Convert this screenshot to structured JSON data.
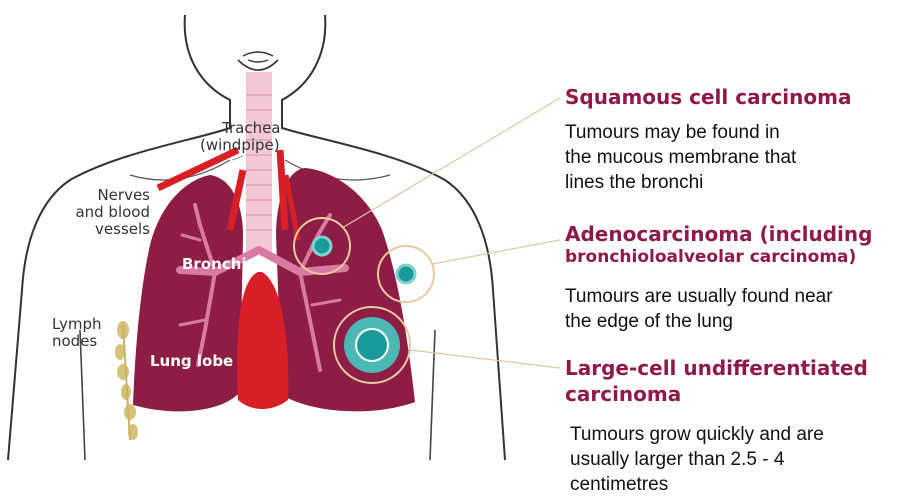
{
  "labels": {
    "trachea": "Trachea",
    "trachea_sub": "(windpipe)",
    "nerves": [
      "Nerves",
      "and blood",
      "vessels"
    ],
    "bronchi": "Bronchi",
    "lymph": [
      "Lymph",
      "nodes"
    ],
    "lung_lobe": "Lung lobe"
  },
  "types": [
    {
      "title": "Squamous cell carcinoma",
      "description": [
        "Tumours may be found in",
        "the mucous membrane that",
        "lines the bronchi"
      ]
    },
    {
      "title": "Adenocarcinoma (including",
      "title2": "bronchioloalveolar carcinoma)",
      "description": [
        "Tumours are usually found near",
        "the edge of the lung"
      ]
    },
    {
      "title": "Large-cell undifferentiated",
      "title2": "carcinoma",
      "description": [
        "Tumours grow quickly and are",
        "usually larger than 2.5 - 4",
        "centimetres"
      ]
    }
  ],
  "colors": {
    "lung": "#8e1d45",
    "trachea": "#f3c8d6",
    "artery": "#d91f26",
    "bronchi": "#d97aa3",
    "title": "#8f1a4a",
    "tumour": "#1a9b9b"
  }
}
